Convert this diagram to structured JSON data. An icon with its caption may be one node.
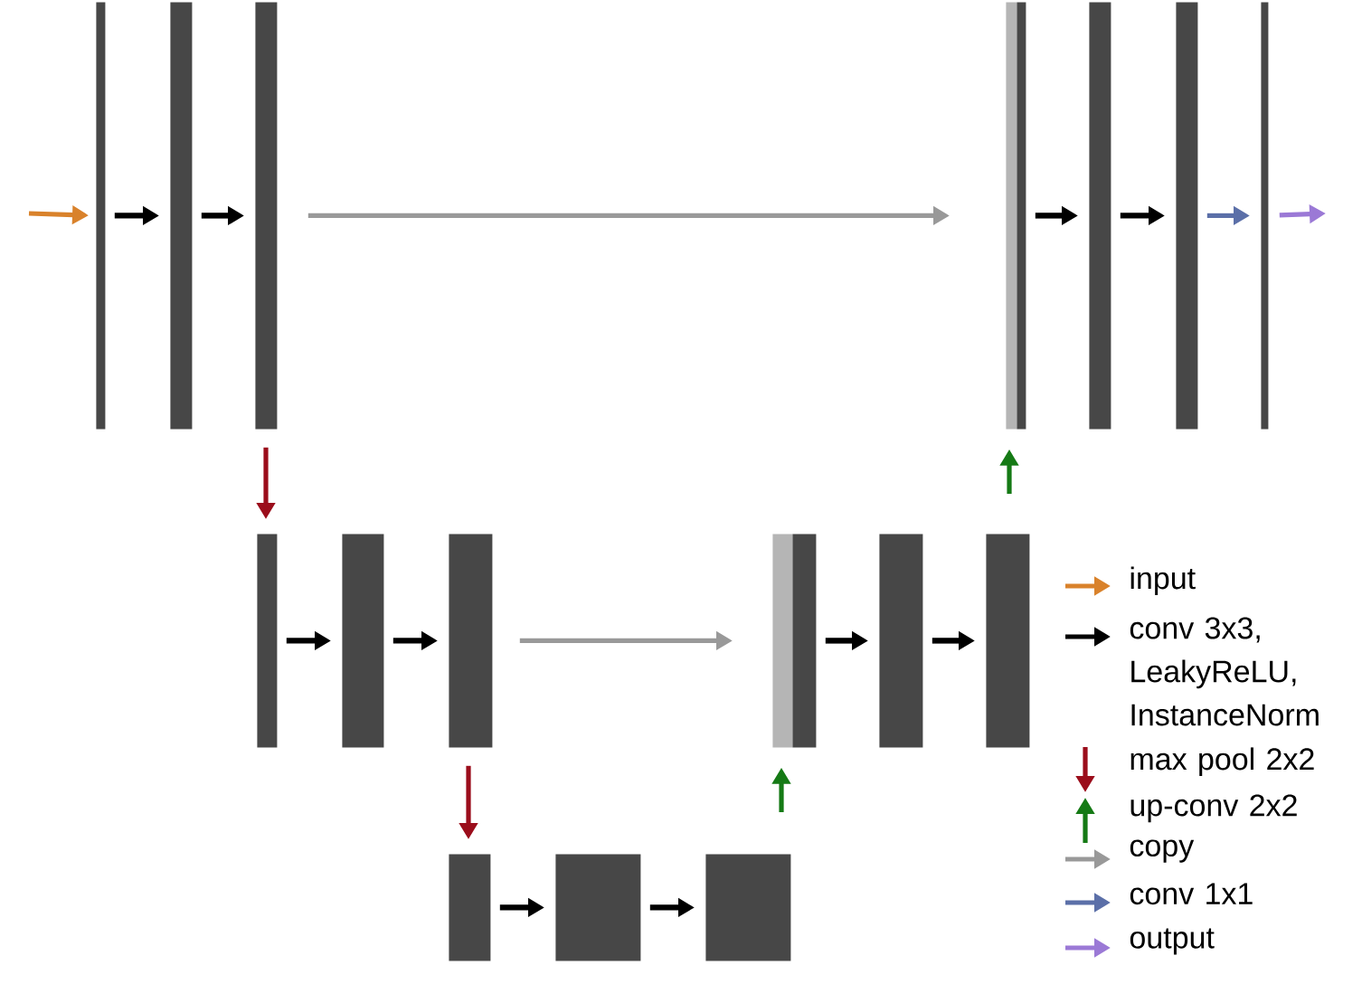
{
  "diagram": {
    "nodes": [
      {
        "text": [],
        "shape": "bar"
      },
      {
        "text": [],
        "shape": "bar"
      },
      {
        "text": [],
        "shape": "bar"
      },
      {
        "text": [],
        "shape": "bar"
      },
      {
        "text": [],
        "shape": "bar"
      },
      {
        "text": [],
        "shape": "bar"
      },
      {
        "text": [],
        "shape": "bar"
      },
      {
        "text": [],
        "shape": "bar"
      },
      {
        "text": [],
        "shape": "bar"
      },
      {
        "text": [],
        "shape": "bar"
      },
      {
        "text": [],
        "shape": "bar"
      },
      {
        "text": [],
        "shape": "bar"
      },
      {
        "text": [],
        "shape": "bar"
      },
      {
        "text": [],
        "shape": "bar"
      },
      {
        "text": [],
        "shape": "bar"
      },
      {
        "text": [],
        "shape": "bar"
      },
      {
        "text": [],
        "shape": "bar"
      },
      {
        "text": [],
        "shape": "bar"
      }
    ],
    "edges": [
      {
        "from": null,
        "to": 0,
        "arrow": "to",
        "color": "#d9822b"
      },
      {
        "from": 0,
        "to": 1,
        "arrow": "to"
      },
      {
        "from": 1,
        "to": 2,
        "arrow": "to"
      },
      {
        "from": 2,
        "to": 3,
        "arrow": "to",
        "color": "#999999"
      },
      {
        "from": 4,
        "to": 5,
        "arrow": "to"
      },
      {
        "from": 5,
        "to": 6,
        "arrow": "to"
      },
      {
        "from": 6,
        "to": 7,
        "arrow": "to",
        "color": "#5b6fa8"
      },
      {
        "from": 7,
        "to": null,
        "arrow": "to",
        "color": "#9b79d6"
      },
      {
        "from": 2,
        "to": 8,
        "arrow": "to",
        "color": "#9b0d1b"
      },
      {
        "from": 14,
        "to": 4,
        "arrow": "to",
        "color": "#157a15"
      },
      {
        "from": 8,
        "to": 9,
        "arrow": "to"
      },
      {
        "from": 9,
        "to": 10,
        "arrow": "to"
      },
      {
        "from": 10,
        "to": 11,
        "arrow": "to",
        "color": "#999999"
      },
      {
        "from": 12,
        "to": 13,
        "arrow": "to"
      },
      {
        "from": 13,
        "to": 14,
        "arrow": "to"
      },
      {
        "from": 10,
        "to": 15,
        "arrow": "to",
        "color": "#9b0d1b"
      },
      {
        "from": 17,
        "to": 12,
        "arrow": "to",
        "color": "#157a15"
      },
      {
        "from": 15,
        "to": 16,
        "arrow": "to"
      },
      {
        "from": 16,
        "to": 17,
        "arrow": "to"
      }
    ],
    "legend": [
      {
        "text": "input"
      },
      {
        "text": "conv 3x3, LeakyReLU, InstanceNorm"
      },
      {
        "text": "max pool 2x2"
      },
      {
        "text": "up-conv 2x2"
      },
      {
        "text": "copy"
      },
      {
        "text": "conv 1x1"
      },
      {
        "text": "output"
      }
    ]
  }
}
